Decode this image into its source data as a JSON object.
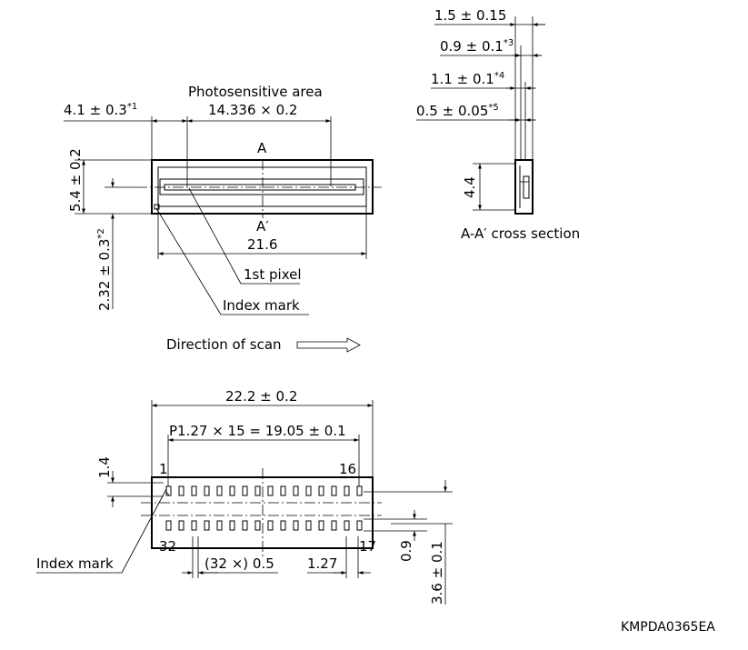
{
  "top_view": {
    "photosensitive_area_label": "Photosensitive area",
    "photosensitive_dim": "14.336 × 0.2",
    "left_offset": "4.1 ± 0.3",
    "left_offset_note": "*1",
    "height_dim": "5.4 ± 0.2",
    "offset_dim": "2.32 ± 0.3",
    "offset_dim_note": "*2",
    "section_a": "A",
    "section_a_prime": "A′",
    "width_dim": "21.6",
    "first_pixel_label": "1st pixel",
    "index_mark_label": "Index mark",
    "direction_label": "Direction of scan"
  },
  "cross_section": {
    "dim_1": "1.5 ± 0.15",
    "dim_2": "0.9 ± 0.1",
    "dim_2_note": "*3",
    "dim_3": "1.1 ± 0.1",
    "dim_3_note": "*4",
    "dim_4": "0.5 ± 0.05",
    "dim_4_note": "*5",
    "height": "4.4",
    "caption": "A-A′ cross section"
  },
  "bottom_view": {
    "overall_width": "22.2 ± 0.2",
    "pitch_dim": "P1.27 × 15 = 19.05 ± 0.1",
    "pin_1": "1",
    "pin_16": "16",
    "pin_32": "32",
    "pin_17": "17",
    "row_offset": "1.4",
    "pad_width": "(32 ×) 0.5",
    "pitch": "1.27",
    "pad_height": "0.9",
    "row_spacing": "3.6 ± 0.1",
    "index_mark_label": "Index mark"
  },
  "drawing_code": "KMPDA0365EA"
}
